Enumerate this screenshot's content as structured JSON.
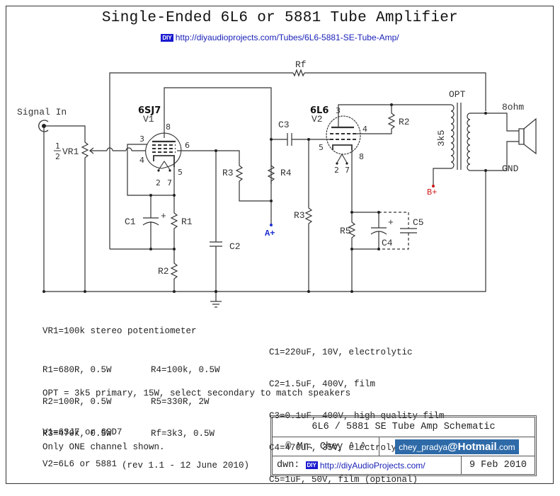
{
  "header": {
    "title": "Single-Ended 6L6 or 5881 Tube Amplifier",
    "diy_badge": "DIY",
    "url": "http://diyaudioprojects.com/Tubes/6L6-5881-SE-Tube-Amp/"
  },
  "schematic": {
    "signal_in": "Signal In",
    "vr1_fraction_num": "1",
    "vr1_fraction_den": "2",
    "vr1": "VR1",
    "v1_type": "6SJ7",
    "v1": "V1",
    "v1_pins": {
      "p8": "8",
      "p3": "3",
      "p4": "4",
      "p6": "6",
      "p5": "5",
      "p2": "2",
      "p7": "7"
    },
    "v2_type": "6L6",
    "v2": "V2",
    "v2_pins": {
      "p3": "3",
      "p4": "4",
      "p5": "5",
      "p8": "8",
      "p2": "2",
      "p7": "7"
    },
    "rf": "Rf",
    "c1": "C1",
    "r1": "R1",
    "r2_stage1": "R2",
    "c2": "C2",
    "r3_stage1": "R3",
    "r4": "R4",
    "c3": "C3",
    "r3_stage2": "R3",
    "r2_stage2": "R2",
    "r5": "R5",
    "c4": "C4",
    "c5": "C5",
    "plus": "+",
    "a_plus": "A+",
    "b_plus": "B+",
    "opt": "OPT",
    "primary": "3k5",
    "speaker_ohm": "8ohm",
    "gnd": "GND",
    "colors": {
      "a_plus": "#1d2fd0",
      "b_plus": "#d01818",
      "wire": "#333333"
    }
  },
  "notes": {
    "vr1": "VR1=100k stereo potentiometer",
    "resistors_left": [
      "R1=680R, 0.5W",
      "R2=100R, 0.5W",
      "R3=470k, 0.5W"
    ],
    "resistors_right": [
      "R4=100k, 0.5W",
      "R5=330R, 2W",
      "Rf=3k3, 0.5W"
    ],
    "capacitors": [
      "C1=220uF, 10V, electrolytic",
      "C2=1.5uF, 400V, film",
      "C3=0.1uF, 400V, high quality film",
      "C4=470uF, 35V, electrolytic",
      "C5=1uF, 50V, film (optional)"
    ],
    "opt": "OPT = 3k5 primary, 15W, select secondary to match speakers",
    "tubes": [
      "V1=6SJ7 or 6SD7",
      "V2=6L6 or 5881"
    ],
    "channel": "Only ONE channel shown.",
    "revision": "(rev 1.1 - 12 June 2010)"
  },
  "title_block": {
    "name": "6L6 / 5881 SE Tube Amp Schematic",
    "author": "© Mr. Chey ^_^",
    "email_user": "chey_pradya",
    "email_at": "@",
    "email_domain": "Hotmail",
    "email_tld": ".com",
    "dwn_label": "dwn:",
    "diy_badge": "DIY",
    "dwn_url": "http://diyAudioProjects.com/",
    "date": "9 Feb 2010"
  }
}
